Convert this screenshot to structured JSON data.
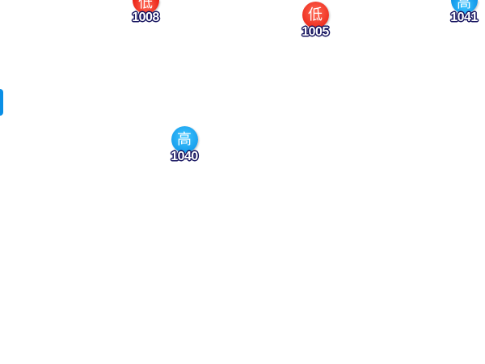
{
  "map": {
    "colors": {
      "low": "#f0281a",
      "high": "#139ff0",
      "label_outline": "#14125e"
    },
    "markers": [
      {
        "type": "low",
        "symbol": "低",
        "value": "1008"
      },
      {
        "type": "low",
        "symbol": "低",
        "value": "1005"
      },
      {
        "type": "high",
        "symbol": "高",
        "value": "1041"
      },
      {
        "type": "high",
        "symbol": "高",
        "value": "1040"
      }
    ]
  }
}
